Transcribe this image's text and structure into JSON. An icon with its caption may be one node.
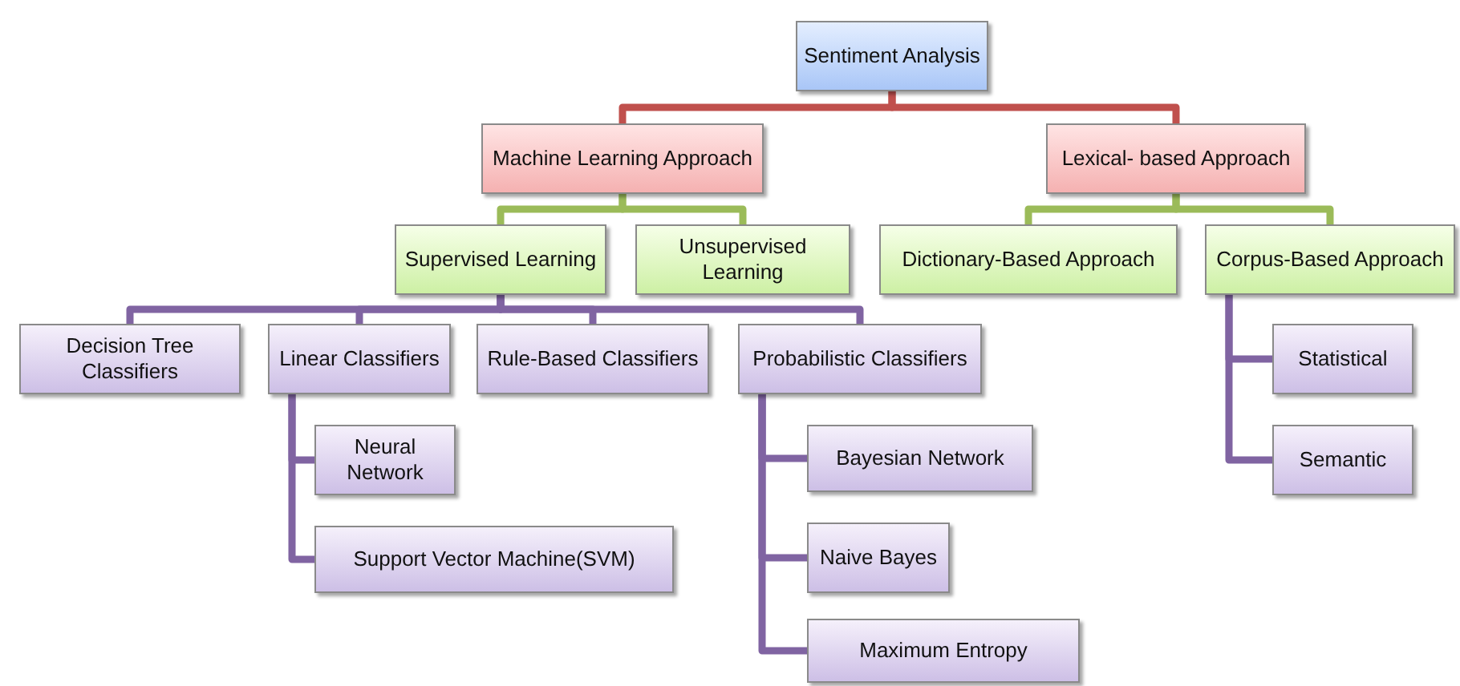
{
  "diagram": {
    "nodes": [
      {
        "text": [
          "Sentiment Analysis"
        ]
      },
      {
        "text": [
          "Machine Learning Approach"
        ]
      },
      {
        "text": [
          "Lexical- based Approach"
        ]
      },
      {
        "text": [
          "Supervised Learning"
        ]
      },
      {
        "text": [
          "Unsupervised Learning"
        ]
      },
      {
        "text": [
          "Dictionary-Based Approach"
        ]
      },
      {
        "text": [
          "Corpus-Based Approach"
        ]
      },
      {
        "text": [
          "Decision Tree Classifiers"
        ]
      },
      {
        "text": [
          "Linear Classifiers"
        ]
      },
      {
        "text": [
          "Rule-Based Classifiers"
        ]
      },
      {
        "text": [
          "Probabilistic Classifiers"
        ]
      },
      {
        "text": [
          "Neural Network"
        ]
      },
      {
        "text": [
          "Support Vector Machine(SVM)"
        ]
      },
      {
        "text": [
          "Bayesian Network"
        ]
      },
      {
        "text": [
          "Naive Bayes"
        ]
      },
      {
        "text": [
          "Maximum Entropy"
        ]
      },
      {
        "text": [
          "Statistical"
        ]
      },
      {
        "text": [
          "Semantic"
        ]
      }
    ],
    "edges": [
      {
        "from": 0,
        "to": 1,
        "arrow": "none",
        "color": "#c0504d"
      },
      {
        "from": 0,
        "to": 2,
        "arrow": "none",
        "color": "#c0504d"
      },
      {
        "from": 1,
        "to": 3,
        "arrow": "none",
        "color": "#9bbb59"
      },
      {
        "from": 1,
        "to": 4,
        "arrow": "none",
        "color": "#9bbb59"
      },
      {
        "from": 2,
        "to": 5,
        "arrow": "none",
        "color": "#9bbb59"
      },
      {
        "from": 2,
        "to": 6,
        "arrow": "none",
        "color": "#9bbb59"
      },
      {
        "from": 3,
        "to": 7,
        "arrow": "none"
      },
      {
        "from": 3,
        "to": 8,
        "arrow": "none"
      },
      {
        "from": 3,
        "to": 9,
        "arrow": "none"
      },
      {
        "from": 3,
        "to": 10,
        "arrow": "none"
      },
      {
        "from": 8,
        "to": 11,
        "arrow": "none"
      },
      {
        "from": 8,
        "to": 12,
        "arrow": "none"
      },
      {
        "from": 10,
        "to": 13,
        "arrow": "none"
      },
      {
        "from": 10,
        "to": 14,
        "arrow": "none"
      },
      {
        "from": 10,
        "to": 15,
        "arrow": "none"
      },
      {
        "from": 6,
        "to": 16,
        "arrow": "none"
      },
      {
        "from": 6,
        "to": 17,
        "arrow": "none"
      }
    ]
  }
}
